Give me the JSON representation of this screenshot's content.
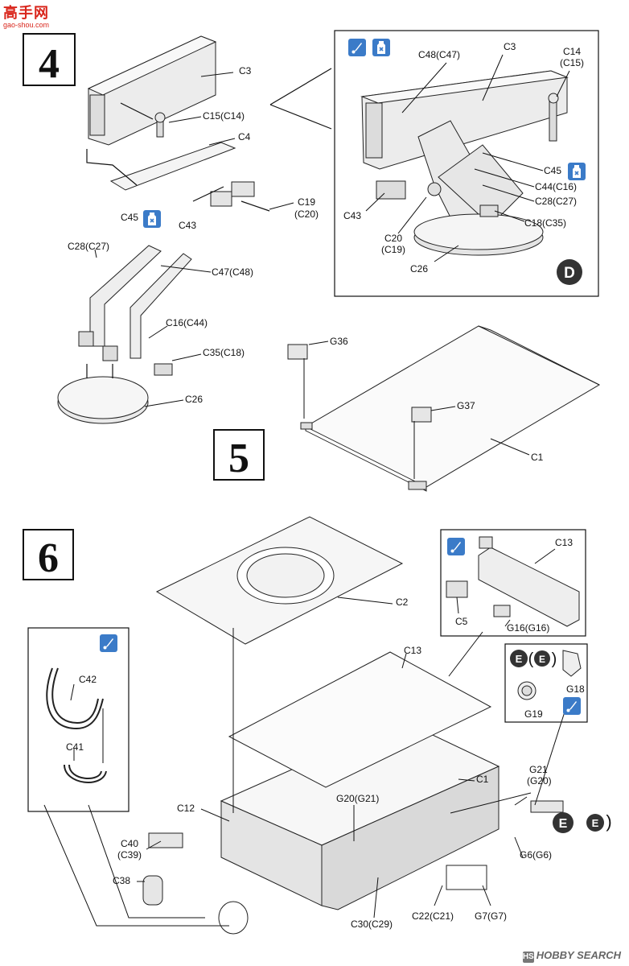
{
  "watermark": {
    "site_name": "高手网",
    "site_url": "gao-shou.com",
    "source": "HOBBY SEARCH"
  },
  "steps": {
    "s4": "4",
    "s5": "5",
    "s6": "6"
  },
  "badges": {
    "D": "D",
    "E": "E"
  },
  "step4": {
    "left": {
      "c3": "C3",
      "c15c14": "C15(C14)",
      "c4": "C4",
      "c19": "C19",
      "c20": "(C20)",
      "c45": "C45",
      "c43": "C43",
      "c28c27": "C28(C27)",
      "c47c48": "C47(C48)",
      "c16c44": "C16(C44)",
      "c35c18": "C35(C18)",
      "c26": "C26"
    },
    "detail": {
      "c48c47": "C48(C47)",
      "c3": "C3",
      "c14": "C14",
      "c15": "(C15)",
      "c45": "C45",
      "c44c16": "C44(C16)",
      "c28c27": "C28(C27)",
      "c18c35": "C18(C35)",
      "c43": "C43",
      "c20": "C20",
      "c19": "(C19)",
      "c26": "C26"
    }
  },
  "step5": {
    "g36": "G36",
    "g37": "G37",
    "c1": "C1"
  },
  "step6": {
    "c2": "C2",
    "c13": "C13",
    "c1": "C1",
    "c12": "C12",
    "c40": "C40",
    "c39": "(C39)",
    "c38": "C38",
    "g20g21": "G20(G21)",
    "c30c29": "C30(C29)",
    "c22c21": "C22(C21)",
    "g7g7": "G7(G7)",
    "g6g6": "G6(G6)",
    "g21": "G21",
    "g20": "(G20)",
    "g18": "G18",
    "g19": "G19",
    "detail_top": {
      "c13": "C13",
      "c5": "C5",
      "g16g16": "G16(G16)"
    },
    "detail_left": {
      "c42": "C42",
      "c41": "C41"
    }
  }
}
